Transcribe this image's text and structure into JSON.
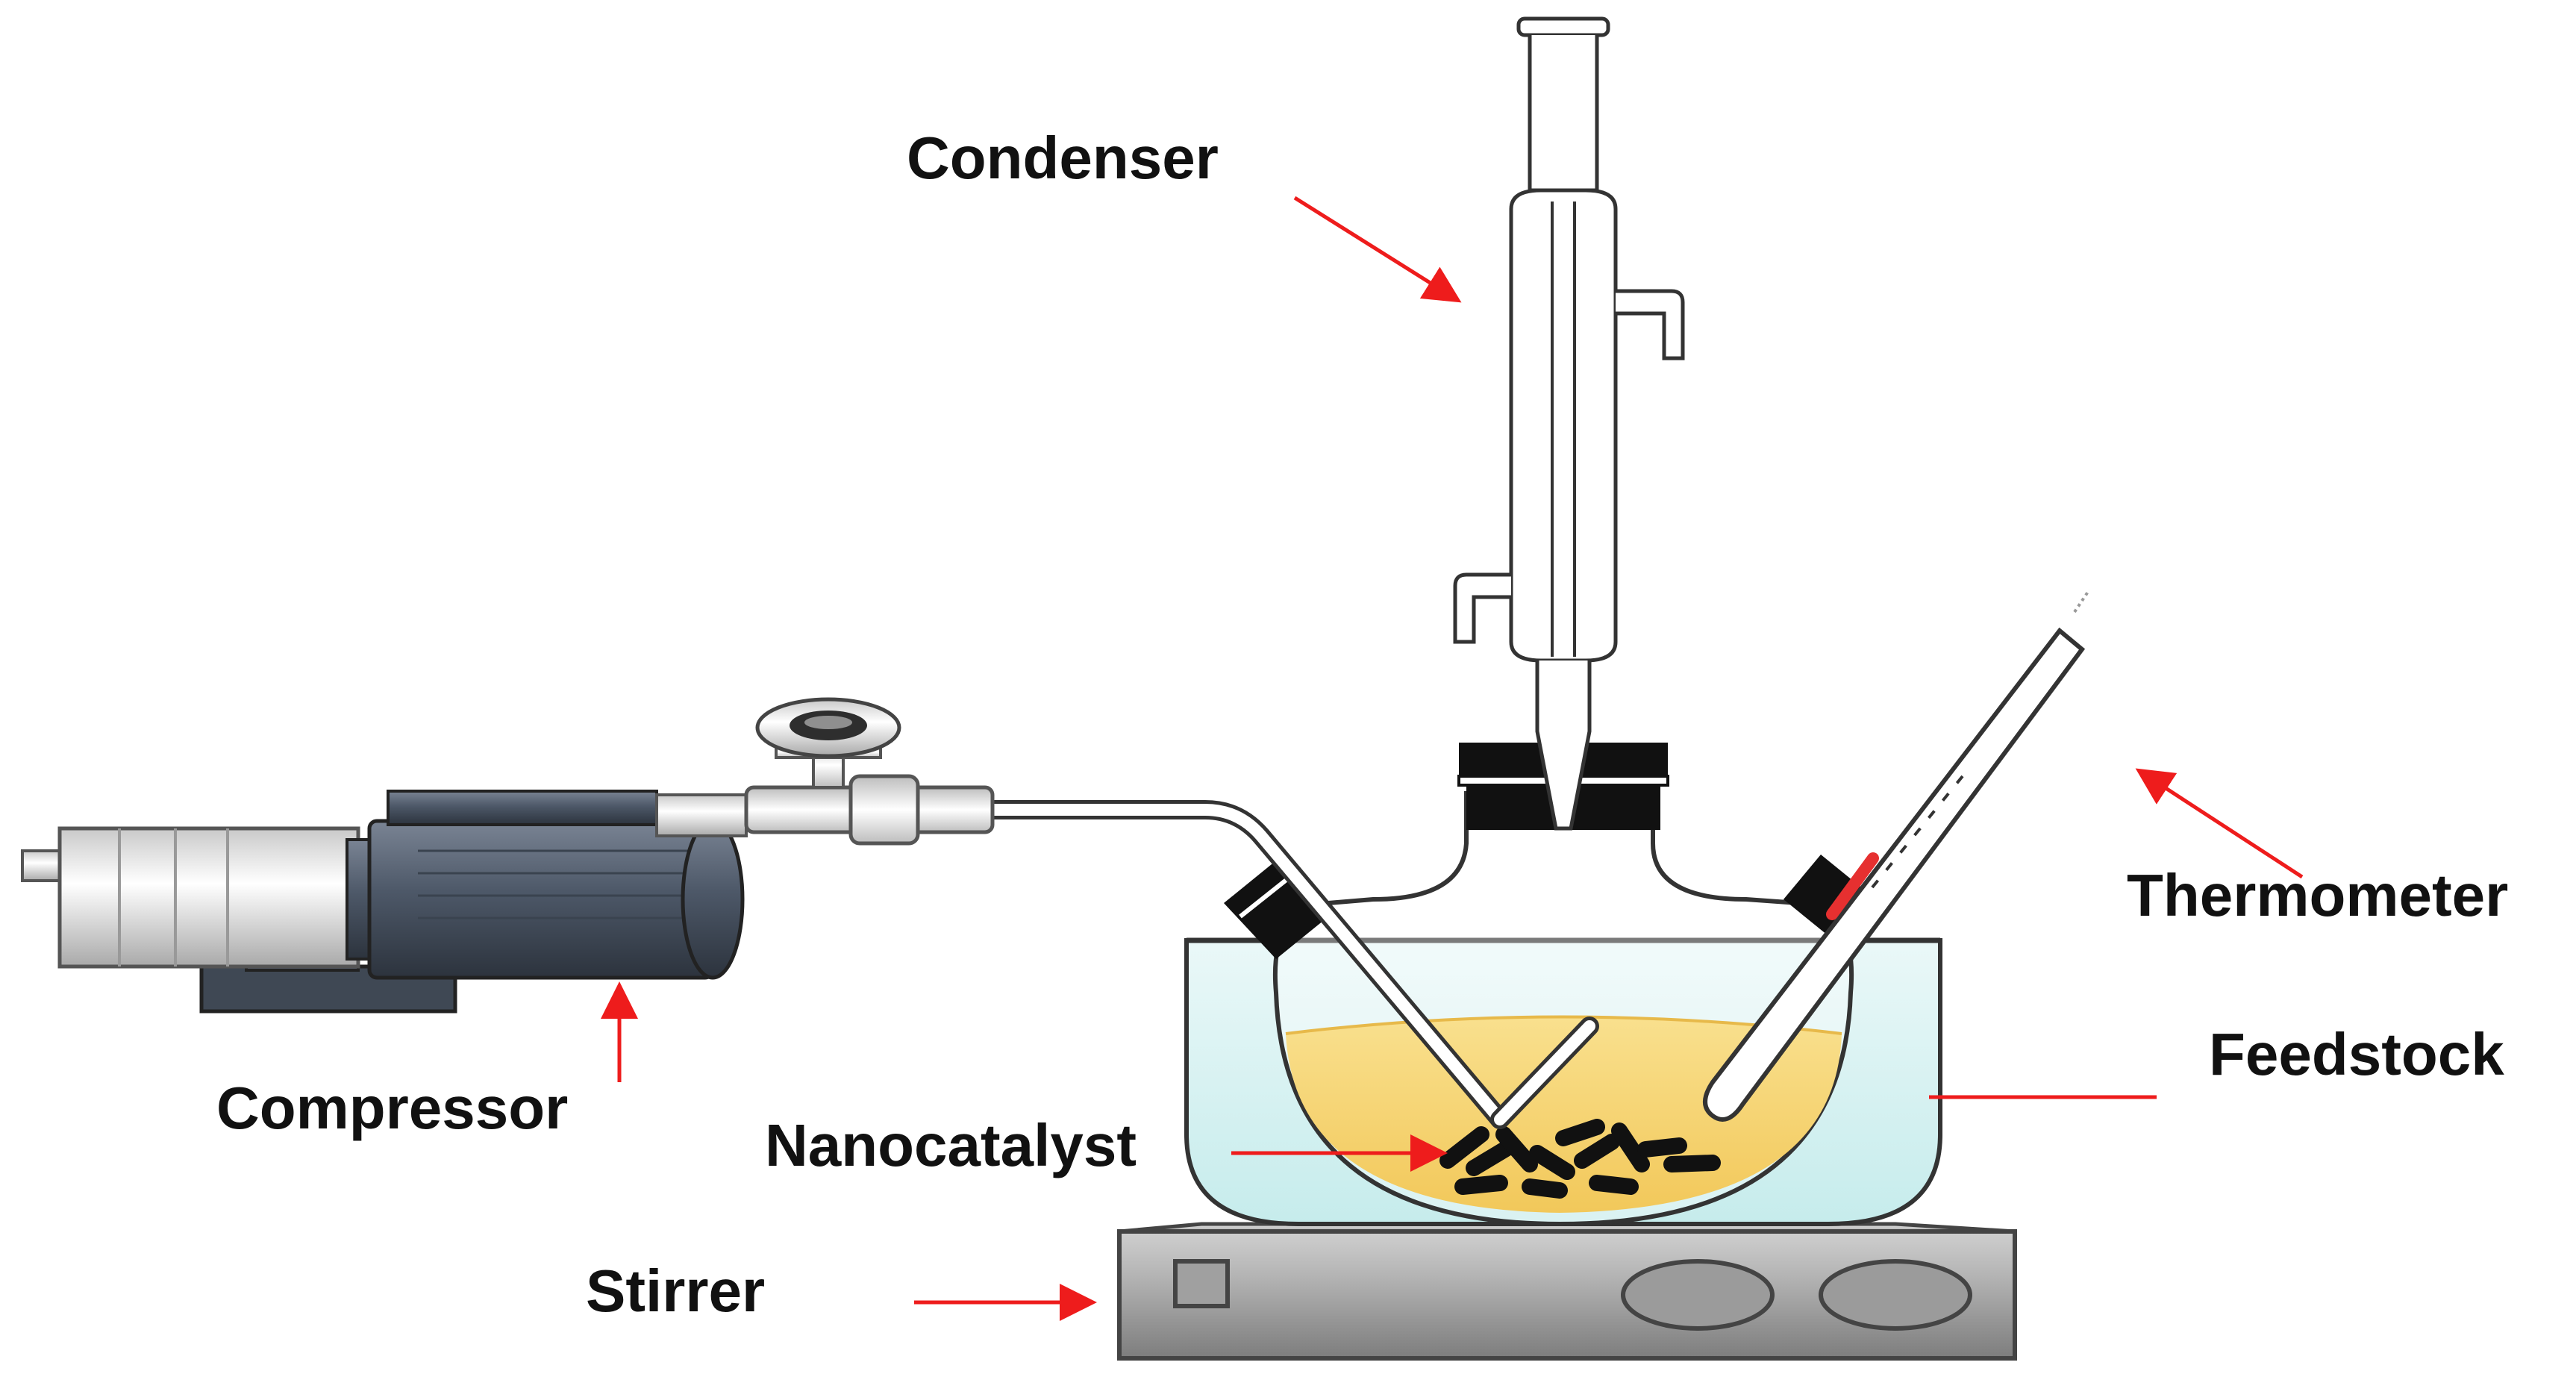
{
  "labels": {
    "condenser": "Condenser",
    "thermometer": "Thermometer",
    "compressor": "Compressor",
    "feedstock": "Feedstock",
    "nanocatalyst": "Nanocatalyst",
    "stirrer": "Stirrer"
  },
  "colors": {
    "arrow": "#ee1c1c",
    "motor": "#4d5868",
    "glass_outline": "#333333",
    "bath_water": "#d9f1f1",
    "feedstock_liquid": "#f6d77a",
    "stopper": "#111111",
    "stirrer_body": "#9a9a9a",
    "thermometer_mercury": "#e63030"
  }
}
